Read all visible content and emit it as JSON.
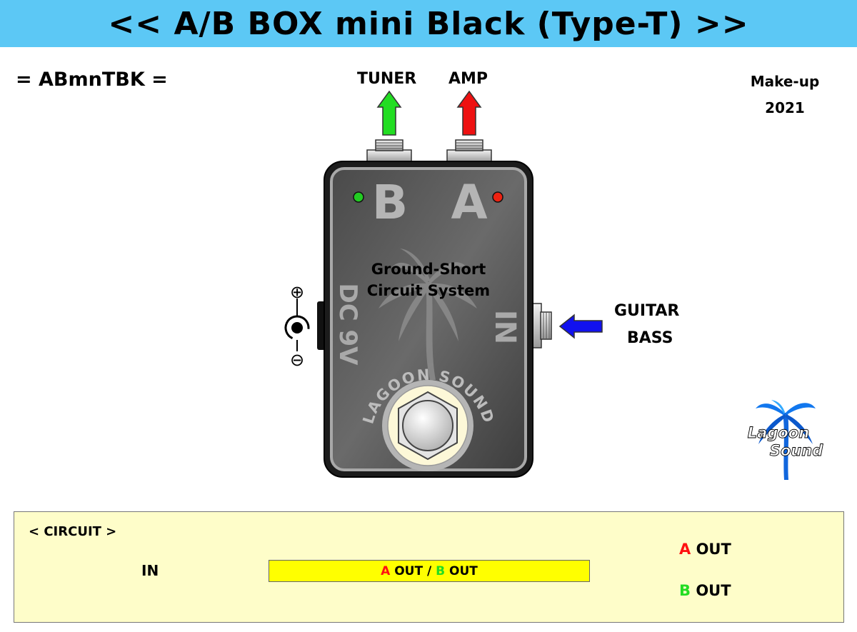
{
  "header": {
    "title": "<< A/B BOX mini Black (Type-T) >>"
  },
  "model_code": "= ABmnTBK =",
  "makeup": {
    "label": "Make-up",
    "year": "2021"
  },
  "outputs": {
    "tuner": "TUNER",
    "amp": "AMP"
  },
  "inputs": {
    "line1": "GUITAR",
    "line2": "BASS"
  },
  "pedal": {
    "letter_b": "B",
    "letter_a": "A",
    "center_line1": "Ground-Short",
    "center_line2": "Circuit System",
    "dc_label": "DC 9V",
    "in_label": "IN",
    "arc_text": "LAGOON SOUND",
    "led_b_color": "#22cc22",
    "led_a_color": "#ee2211"
  },
  "dc_symbol": {
    "plus": "⊕",
    "minus": "⊖"
  },
  "logo": {
    "line1": "Lagoon",
    "line2": "Sound"
  },
  "circuit": {
    "title": "< CIRCUIT >",
    "in": "IN",
    "bar_a": "A",
    "bar_a_rest": "OUT /",
    "bar_b": "B",
    "bar_b_rest": "OUT",
    "out_a_letter": "A",
    "out_a_rest": "OUT",
    "out_b_letter": "B",
    "out_b_rest": "OUT"
  },
  "colors": {
    "banner": "#5cc8f5",
    "circuit_bg": "#fefdc9",
    "bar": "#ffff00",
    "arrow_red": "#ee1111",
    "arrow_green": "#22dd22",
    "arrow_blue": "#1111ee"
  }
}
